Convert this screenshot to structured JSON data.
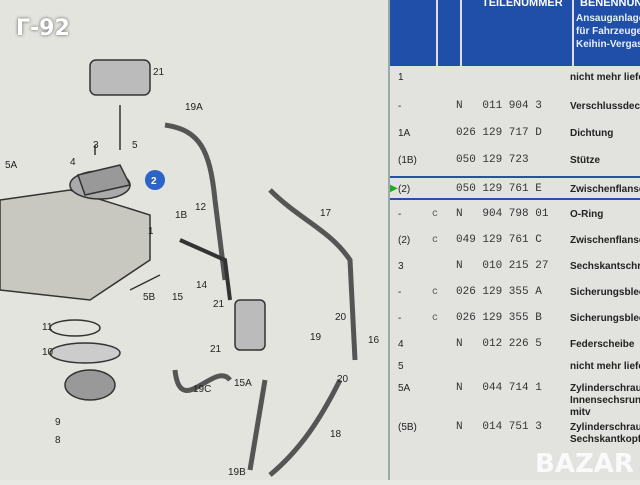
{
  "badge": "Г-92",
  "header": {
    "col_part": "TEILENUMMER",
    "col_name": "BENENNUNG",
    "group_title": [
      "Ansauganlage",
      "für Fahrzeuge",
      "Keihin-Vergaser"
    ]
  },
  "diagram_labels": [
    "21",
    "19A",
    "3",
    "5",
    "4",
    "2",
    "5A",
    "1",
    "1B",
    "12",
    "15",
    "14",
    "5B",
    "17",
    "11",
    "10",
    "21",
    "15A",
    "19",
    "20",
    "16",
    "20",
    "19C",
    "9",
    "8",
    "19B",
    "18",
    "21"
  ],
  "rows": [
    {
      "pos": "1",
      "mark": "",
      "part": "",
      "name": "nicht mehr lieferbar"
    },
    {
      "pos": "-",
      "mark": "",
      "part": "N   011 904 3",
      "name": "Verschlussdeckel"
    },
    {
      "pos": "1A",
      "mark": "",
      "part": "026 129 717 D",
      "name": "Dichtung"
    },
    {
      "pos": "(1B)",
      "mark": "",
      "part": "050 129 723",
      "name": "Stütze"
    },
    {
      "pos": "(2)",
      "mark": "",
      "part": "050 129 761 E",
      "name": "Zwischenflansch",
      "selected": true
    },
    {
      "pos": "-",
      "mark": "c",
      "part": "N   904 798 01",
      "name": "O-Ring"
    },
    {
      "pos": "(2)",
      "mark": "c",
      "part": "049 129 761 C",
      "name": "Zwischenflansch"
    },
    {
      "pos": "3",
      "mark": "",
      "part": "N   010 215 27",
      "name": "Sechskantschraube"
    },
    {
      "pos": "-",
      "mark": "c",
      "part": "026 129 355 A",
      "name": "Sicherungsblech"
    },
    {
      "pos": "-",
      "mark": "c",
      "part": "026 129 355 B",
      "name": "Sicherungsblech"
    },
    {
      "pos": "4",
      "mark": "",
      "part": "N   012 226 5",
      "name": "Federscheibe"
    },
    {
      "pos": "5",
      "mark": "",
      "part": "",
      "name": "nicht mehr lieferbar"
    },
    {
      "pos": "5A",
      "mark": "",
      "part": "N   044 714 1",
      "name": "Zylinderschraube mit\nInnensechsrundkopf\nmitv"
    },
    {
      "pos": "(5B)",
      "mark": "",
      "part": "N   014 751 3",
      "name": "Zylinderschraube mit\nSechskantkopf"
    }
  ],
  "watermark": "BAZAR",
  "colors": {
    "header": "#1f4fa8",
    "selection": "#2a4fa8",
    "callout": "#2b63c6"
  }
}
